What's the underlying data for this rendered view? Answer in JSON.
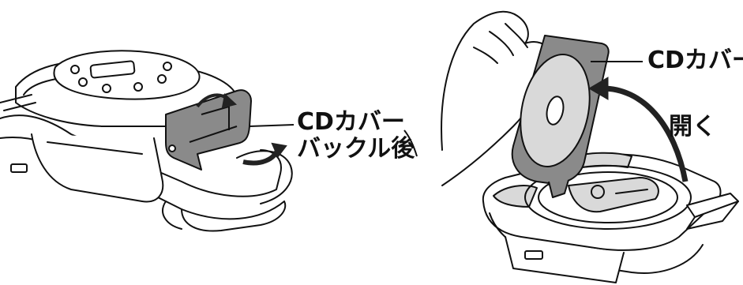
{
  "labels": {
    "left_line1": "CDカバー",
    "left_line2": "バックル後",
    "right_cover": "CDカバー",
    "right_open": "開く"
  },
  "colors": {
    "outline": "#111111",
    "gray_fill": "#8a8a8a",
    "light_gray": "#d9d9d9",
    "arrow": "#222222",
    "background": "#ffffff"
  }
}
